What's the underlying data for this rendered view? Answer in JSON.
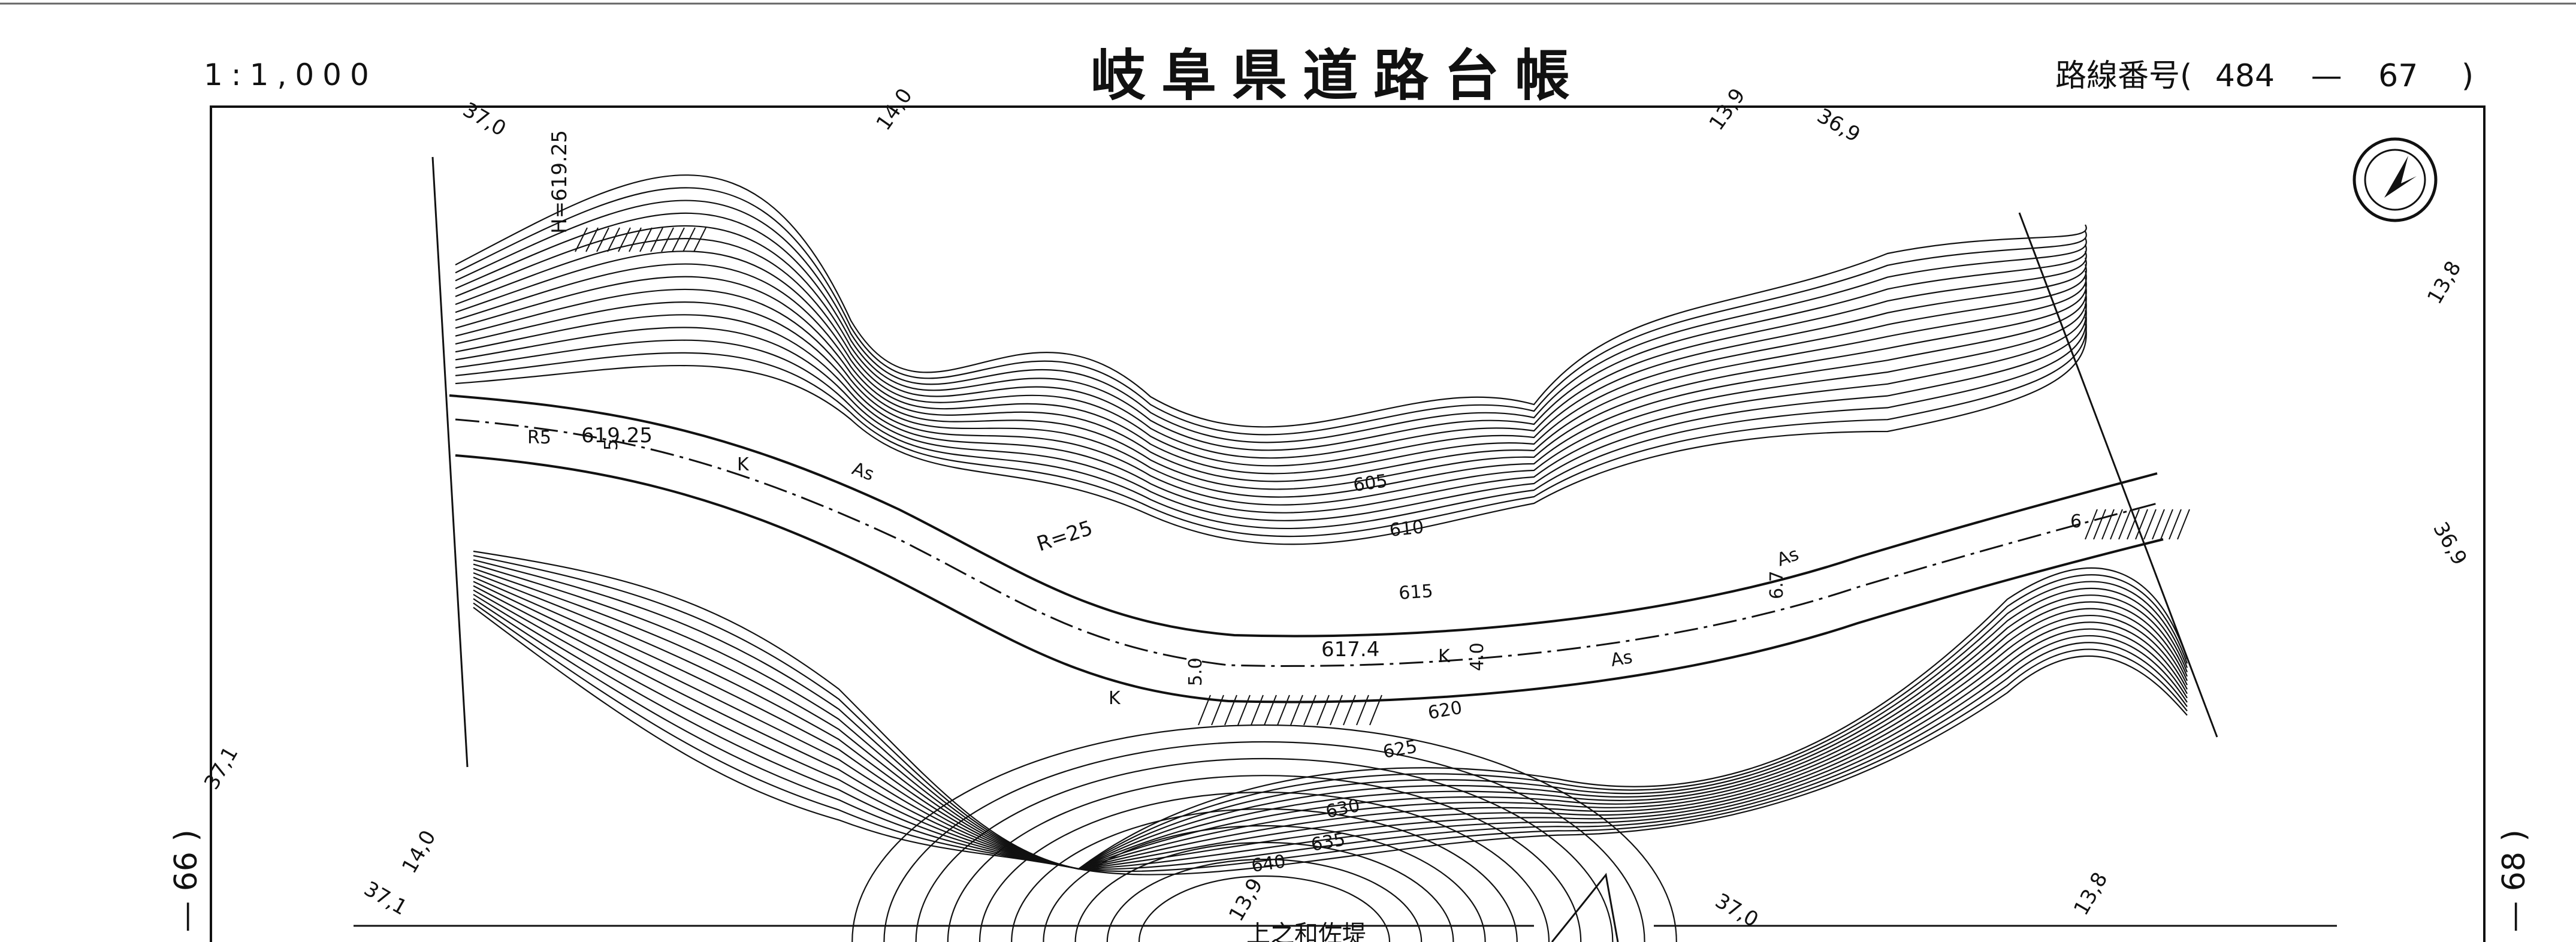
{
  "header": {
    "scale": "1:1,000",
    "title": "岐阜県道路台帳",
    "route_label": "路線番号(",
    "route_a": "484",
    "route_dash": "—",
    "route_b": "67",
    "route_close": ")"
  },
  "side": {
    "left_page": "— 66 )",
    "right_page": "— 68 )"
  },
  "map": {
    "edge_labels": [
      "37,0",
      "14,0",
      "13,9",
      "36,9",
      "13,8",
      "36,9",
      "37,1",
      "37,1",
      "14,0",
      "13,9",
      "37,0",
      "13,8"
    ],
    "contour_labels": [
      "605",
      "610",
      "615",
      "620",
      "625",
      "630",
      "635",
      "640"
    ],
    "road_labels": [
      "H=619.25",
      "619.25",
      "R=25",
      "617.4",
      "K",
      "K",
      "K",
      "As",
      "As",
      "As",
      "R5",
      "5",
      "6",
      "6.7",
      "4.0",
      "5.0"
    ],
    "bottom_text": "上之和佐堤"
  }
}
